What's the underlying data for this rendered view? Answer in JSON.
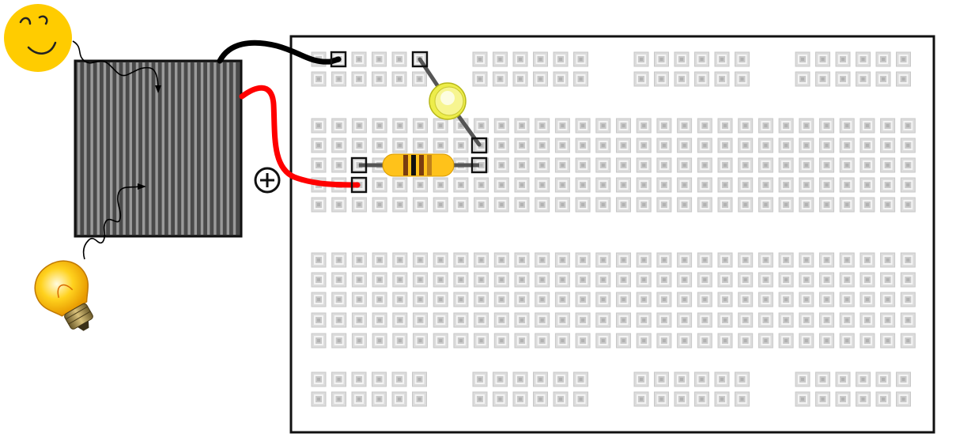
{
  "colors": {
    "background": "#ffffff",
    "board_border": "#111111",
    "hole": "#d2d2d2",
    "panel": "#4a4a4a",
    "panel_stripe": "#9a9a9a",
    "wire_negative": "#000000",
    "wire_positive": "#ff0000",
    "lead": "#555555",
    "resistor_body": "#ffc21a",
    "led_body": "#f5f060",
    "sun": "#ffcc00",
    "bulb": "#ffd21e"
  },
  "icons": {
    "sun": "sun-face-icon",
    "bulb": "light-bulb-icon",
    "plus": "plus-circle-icon"
  },
  "breadboard": {
    "rail_groups": 4,
    "rail_holes_per_group": 6,
    "rail_rows": 2,
    "terminal_columns": 30,
    "terminal_rows_per_block": 5
  },
  "circuit": {
    "parts": [
      "solar-panel",
      "resistor",
      "led",
      "breadboard"
    ],
    "resistor_bands": [
      "#7a3d10",
      "#111111",
      "#7a3d10",
      "#c0801a"
    ]
  }
}
